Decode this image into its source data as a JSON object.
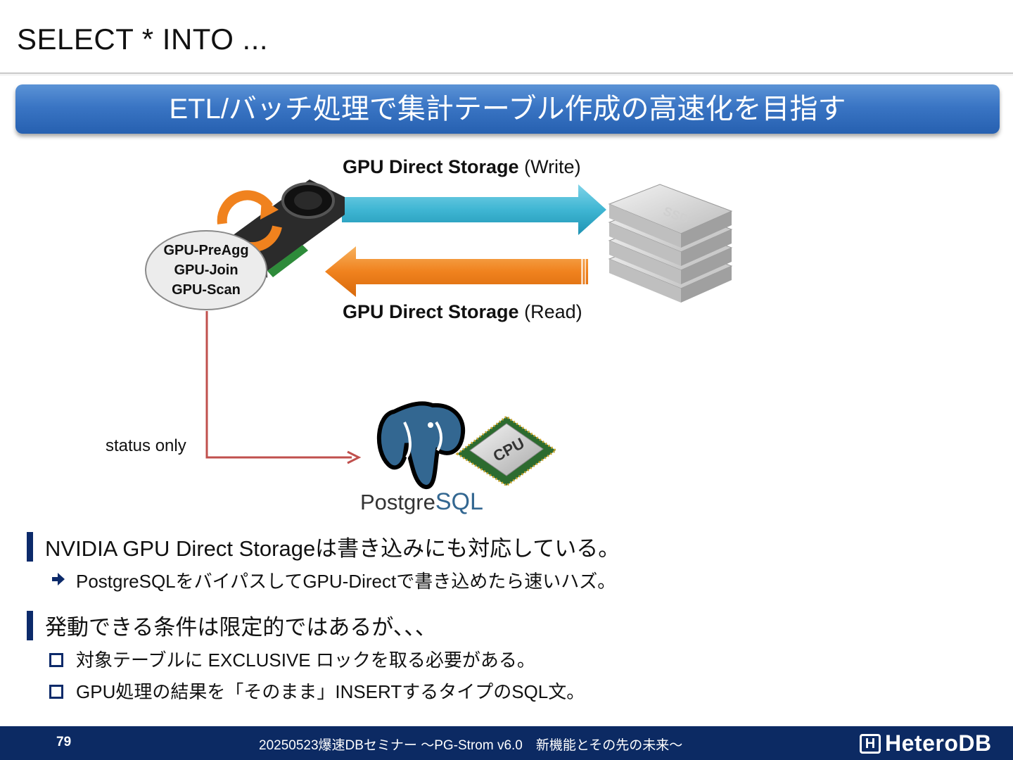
{
  "slide": {
    "title": "SELECT * INTO ..."
  },
  "banner": {
    "text": "ETL/バッチ処理で集計テーブル作成の高速化を目指す"
  },
  "diagram": {
    "write_label_bold": "GPU Direct Storage",
    "write_label_rest": " (Write)",
    "read_label_bold": "GPU Direct Storage",
    "read_label_rest": " (Read)",
    "gpu_functions": [
      "GPU-PreAgg",
      "GPU-Join",
      "GPU-Scan"
    ],
    "status_label": "status only",
    "ssd_label": "SSD",
    "cpu_label": "CPU",
    "postgres_logo_text": {
      "part1": "Postgre",
      "part2": "SQL"
    },
    "colors": {
      "write_arrow": "#3fb6d3",
      "read_arrow": "#f0821e",
      "status_line": "#c0504d",
      "banner": "#2f6bbd"
    }
  },
  "bullets": [
    {
      "text": "NVIDIA GPU Direct Storageは書き込みにも対応している。",
      "sub": [
        {
          "marker": "arrow-icon",
          "text": "PostgreSQLをバイパスしてGPU-Directで書き込めたら速いハズ。"
        }
      ]
    },
    {
      "text": "発動できる条件は限定的ではあるが、、、",
      "sub": [
        {
          "marker": "square-bullet-icon",
          "text": "対象テーブルに EXCLUSIVE ロックを取る必要がある。"
        },
        {
          "marker": "square-bullet-icon",
          "text": "GPU処理の結果を「そのまま」INSERTするタイプのSQL文。"
        }
      ]
    }
  ],
  "footer": {
    "page": "79",
    "text": "20250523爆速DBセミナー ～PG-Strom v6.0　新機能とその先の未来～",
    "logo_mark": "H",
    "logo_text": "HeteroDB"
  }
}
